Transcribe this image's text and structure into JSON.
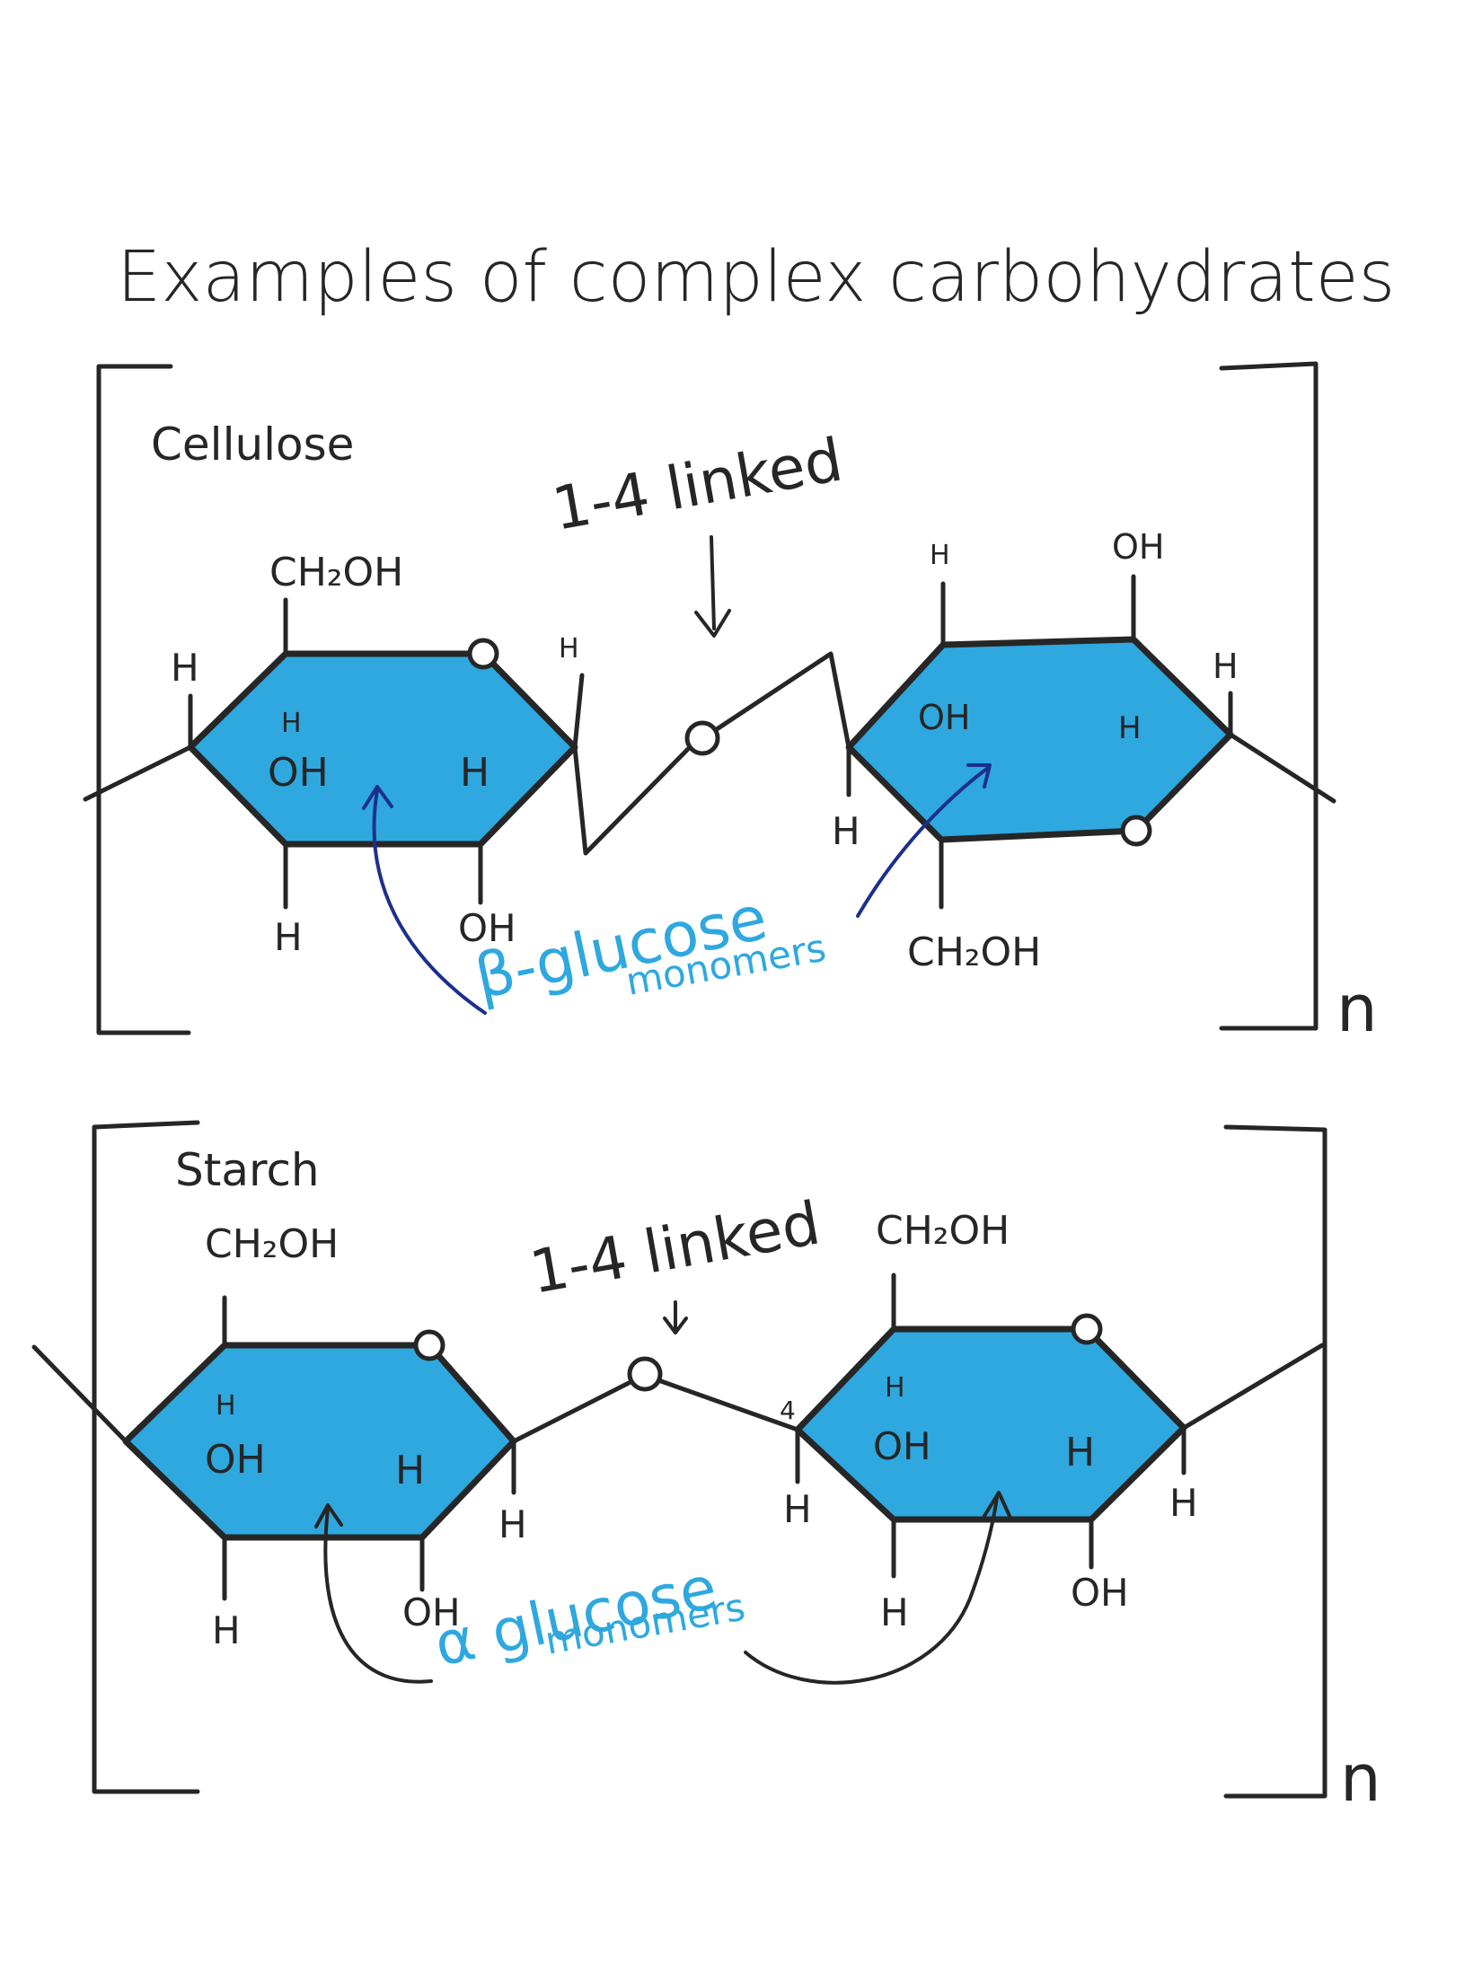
{
  "title": "Examples of complex carbohydrates",
  "colors": {
    "ring_fill": "#2ea8df",
    "ink": "#262626",
    "annotation": "#2ea8df",
    "arrow": "#1d2f8c"
  },
  "cellulose": {
    "label": "Cellulose",
    "link_label": "1-4 linked",
    "repeat": "n",
    "monomer_label_1": "β-glucose",
    "monomer_label_2": "monomers",
    "ring1": {
      "ch2oh": "CH₂OH",
      "h_left": "H",
      "h_top": "H",
      "oh": "OH",
      "h_mid": "H",
      "h_bottom": "H",
      "oh_bottom": "OH",
      "o": "O"
    },
    "bridge": {
      "h": "H",
      "o": "O",
      "h_lower": "H"
    },
    "ring2": {
      "h_top": "H",
      "oh_top": "OH",
      "oh": "OH",
      "h_mid": "H",
      "h_right": "H",
      "ch2oh": "CH₂OH",
      "o": "O"
    }
  },
  "starch": {
    "label": "Starch",
    "link_label": "1-4 linked",
    "repeat": "n",
    "monomer_label_1": "α glucose",
    "monomer_label_2": "monomers",
    "ring1": {
      "ch2oh": "CH₂OH",
      "h_top": "H",
      "oh": "OH",
      "h_mid": "H",
      "h_bottom": "H",
      "oh_bottom": "OH",
      "h_c1": "H",
      "o": "O"
    },
    "bridge": {
      "o": "O",
      "c4": "4"
    },
    "ring2": {
      "ch2oh": "CH₂OH",
      "h_c4": "H",
      "h_top": "H",
      "oh": "OH",
      "h_mid": "H",
      "h_bottom": "H",
      "oh_bottom": "OH",
      "h_right": "H",
      "o": "O"
    }
  }
}
